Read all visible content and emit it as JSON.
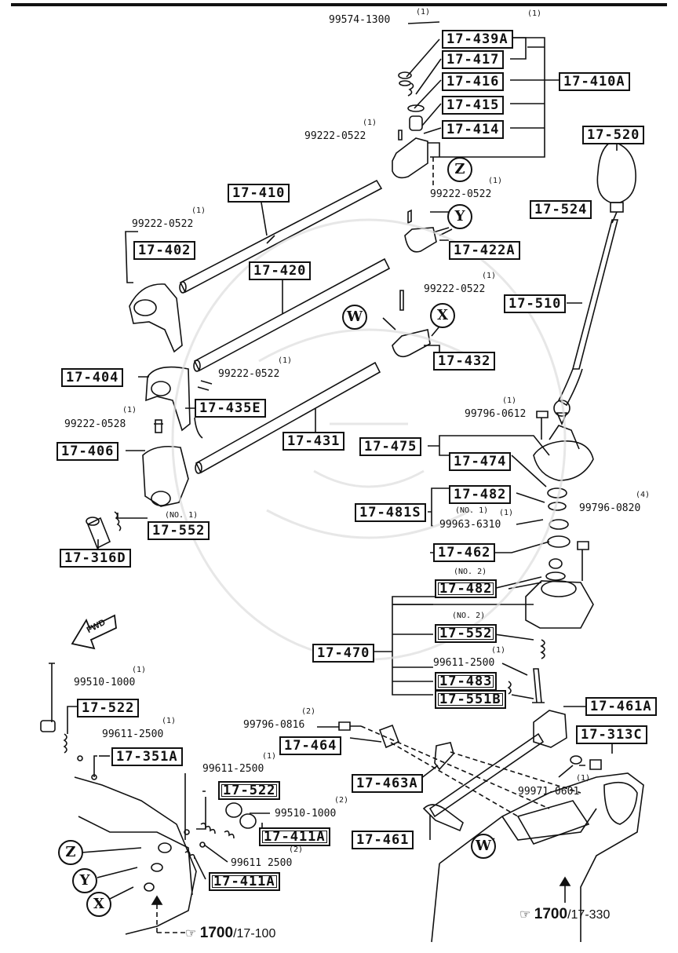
{
  "labels": {
    "b17_439A": "17-439A",
    "b17_417": "17-417",
    "b17_416": "17-416",
    "b17_410A": "17-410A",
    "b17_415": "17-415",
    "b17_414": "17-414",
    "b17_520": "17-520",
    "b17_524": "17-524",
    "b17_410": "17-410",
    "b17_402": "17-402",
    "b17_420": "17-420",
    "b17_422A": "17-422A",
    "b17_510": "17-510",
    "b17_432": "17-432",
    "b17_404": "17-404",
    "b17_435E": "17-435E",
    "b17_431": "17-431",
    "b17_406": "17-406",
    "b17_475": "17-475",
    "b17_474": "17-474",
    "b17_482a": "17-482",
    "b17_481S": "17-481S",
    "b17_552a": "17-552",
    "b17_316D": "17-316D",
    "b17_462": "17-462",
    "b17_482b": "17-482",
    "b17_552b": "17-552",
    "b17_470": "17-470",
    "b17_483": "17-483",
    "b17_551B": "17-551B",
    "b17_461A": "17-461A",
    "b17_313C": "17-313C",
    "b17_522a": "17-522",
    "b17_351A": "17-351A",
    "b17_464": "17-464",
    "b17_522b": "17-522",
    "b17_463A": "17-463A",
    "b17_411A_a": "17-411A",
    "b17_461": "17-461",
    "b17_411A_b": "17-411A"
  },
  "parts": {
    "p99574": "99574-1300",
    "p99222_a": "99222-0522",
    "p99222_b": "99222-0522",
    "p99222_c": "99222-0522",
    "p99222_d": "99222-0522",
    "p99222_e": "99222-0522",
    "p99222_0528": "99222-0528",
    "p99796_0612": "99796-0612",
    "p99796_0820": "99796-0820",
    "p99963": "99963-6310",
    "p99611_a": "99611-2500",
    "p99510_a": "99510-1000",
    "p99611_b": "99611-2500",
    "p99796_0816": "99796-0816",
    "p99611_c": "99611-2500",
    "p99510_b": "99510-1000",
    "p99971": "99971-0601",
    "p99611_d": "99611 2500"
  },
  "quantities": {
    "q1": "(1)",
    "q2": "(2)",
    "q4": "(4)",
    "no1": "(NO. 1)",
    "no2": "(NO. 2)"
  },
  "markers": {
    "W": "W",
    "X": "X",
    "Y": "Y",
    "Z": "Z"
  },
  "references": {
    "left_ref_bold": "1700",
    "left_ref_rest": "/17-100",
    "right_ref_bold": "1700",
    "right_ref_rest": "/17-330",
    "forward": "FWD"
  }
}
